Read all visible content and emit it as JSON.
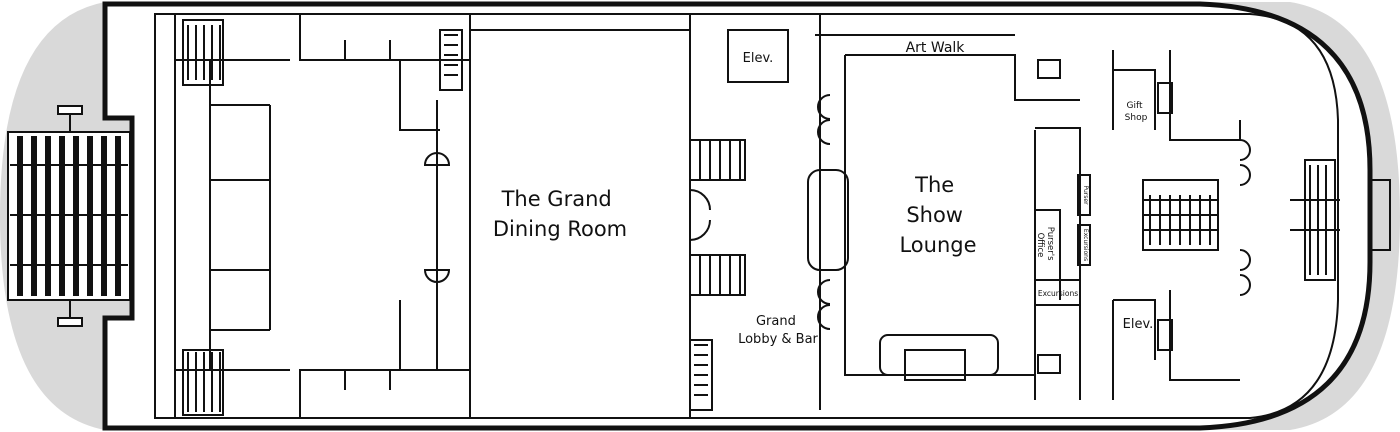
{
  "colors": {
    "sea_area": "#d9d9d9",
    "walls": "#111111",
    "floor": "#ffffff"
  },
  "rooms": {
    "dining": [
      "The Grand",
      "Dining Room"
    ],
    "lounge": [
      "The",
      "Show",
      "Lounge"
    ],
    "lobby": [
      "Grand",
      "Lobby & Bar"
    ],
    "art_walk": "Art Walk",
    "elev_top": "Elev.",
    "elev_right": "Elev.",
    "gift_shop": [
      "Gift",
      "Shop"
    ],
    "purser": "Purser",
    "excursions_desk": "Excursions",
    "pursers_office": [
      "Purser's",
      "Office"
    ],
    "excursions_room": "Excursions"
  }
}
